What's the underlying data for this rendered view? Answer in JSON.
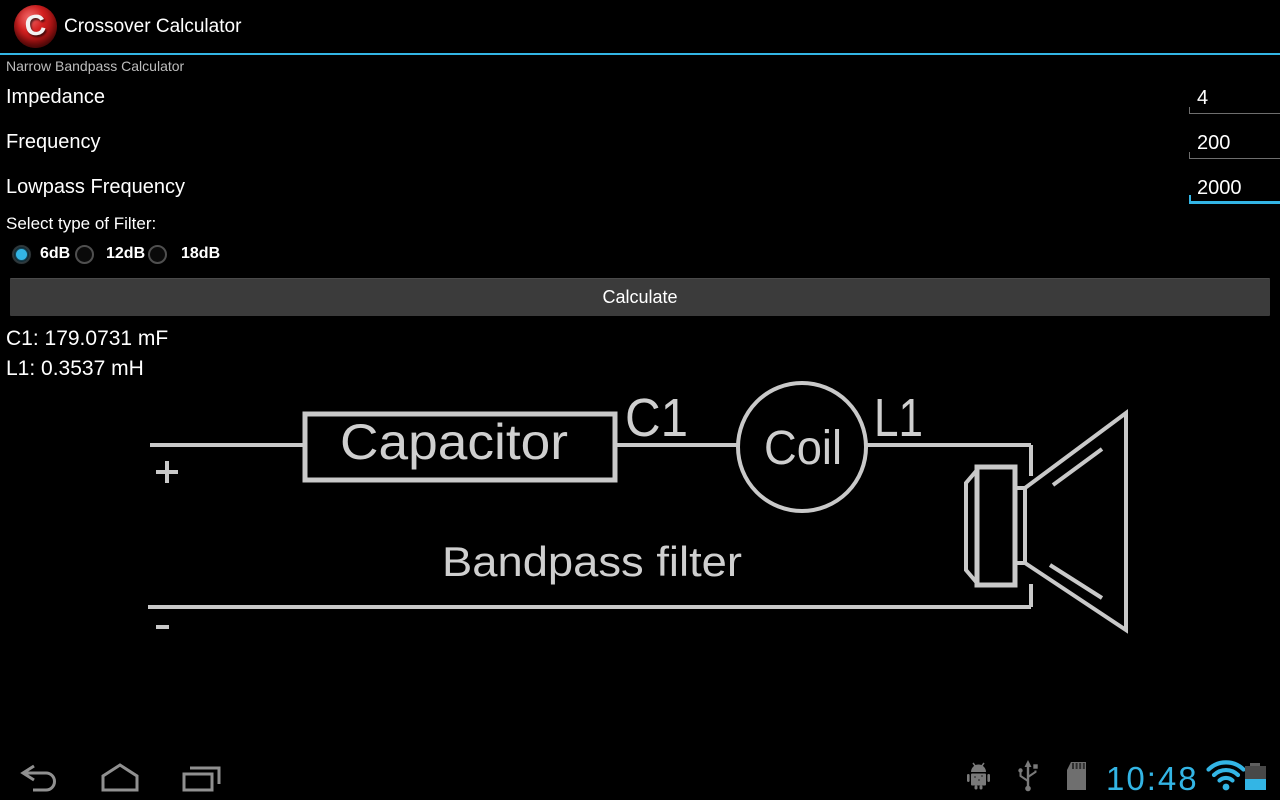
{
  "action_bar": {
    "title": "Crossover Calculator",
    "icon_letter": "C"
  },
  "subtitle": "Narrow Bandpass Calculator",
  "form": {
    "fields": [
      {
        "label": "Impedance",
        "value": "4",
        "focused": false
      },
      {
        "label": "Frequency",
        "value": "200",
        "focused": false
      },
      {
        "label": "Lowpass Frequency",
        "value": "2000",
        "focused": true
      }
    ],
    "filter_label": "Select type of Filter:",
    "filter_options": [
      {
        "label": "6dB",
        "selected": true
      },
      {
        "label": "12dB",
        "selected": false
      },
      {
        "label": "18dB",
        "selected": false
      }
    ],
    "calculate_label": "Calculate"
  },
  "results": {
    "c1": "C1: 179.0731 mF",
    "l1": "L1: 0.3537 mH"
  },
  "diagram": {
    "plus": "+",
    "minus": "-",
    "capacitor_label": "Capacitor",
    "c1_label": "C1",
    "coil_label": "Coil",
    "l1_label": "L1",
    "caption": "Bandpass filter"
  },
  "nav_bar": {
    "time": "10:48",
    "nav_icons": [
      "back",
      "home",
      "recent-apps"
    ],
    "status_icons": [
      "android-debug",
      "usb",
      "sd-card",
      "wifi",
      "battery"
    ]
  },
  "colors": {
    "accent": "#33b5e5",
    "button_bg": "#3b3b3b",
    "diagram_stroke": "#c9c9c9",
    "underline_gray": "#6e6e6e",
    "nav_icon_gray": "#909090",
    "status_icon_gray": "#7a7a7a",
    "app_icon_red": "#c41818"
  }
}
